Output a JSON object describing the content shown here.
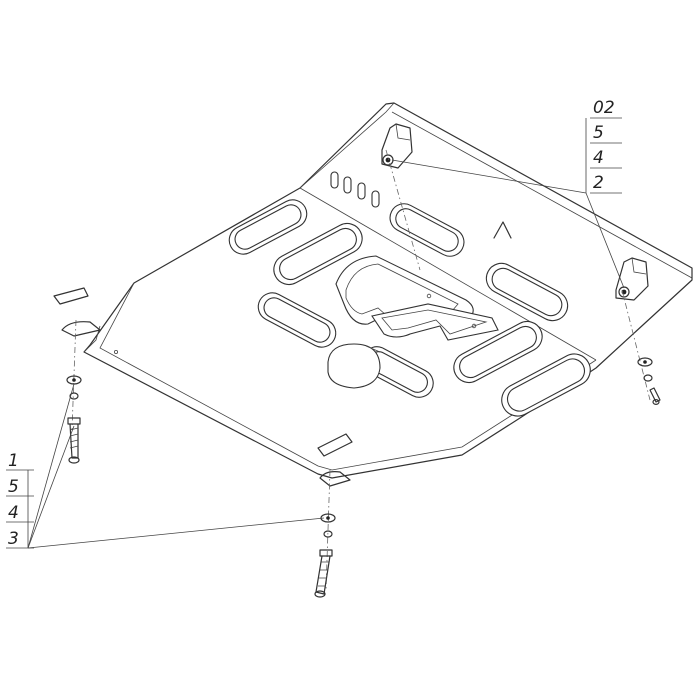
{
  "callouts": {
    "right_group": [
      "02",
      "5",
      "4",
      "2"
    ],
    "left_group": [
      "1",
      "5",
      "4",
      "3"
    ]
  },
  "plate_mark": "A"
}
